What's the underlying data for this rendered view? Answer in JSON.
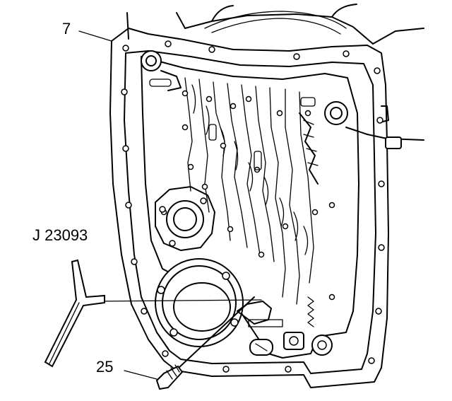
{
  "callouts": {
    "case": "7",
    "tool": "J 23093",
    "bolt": "25"
  },
  "colors": {
    "ink": "#000000",
    "background": "#ffffff"
  }
}
